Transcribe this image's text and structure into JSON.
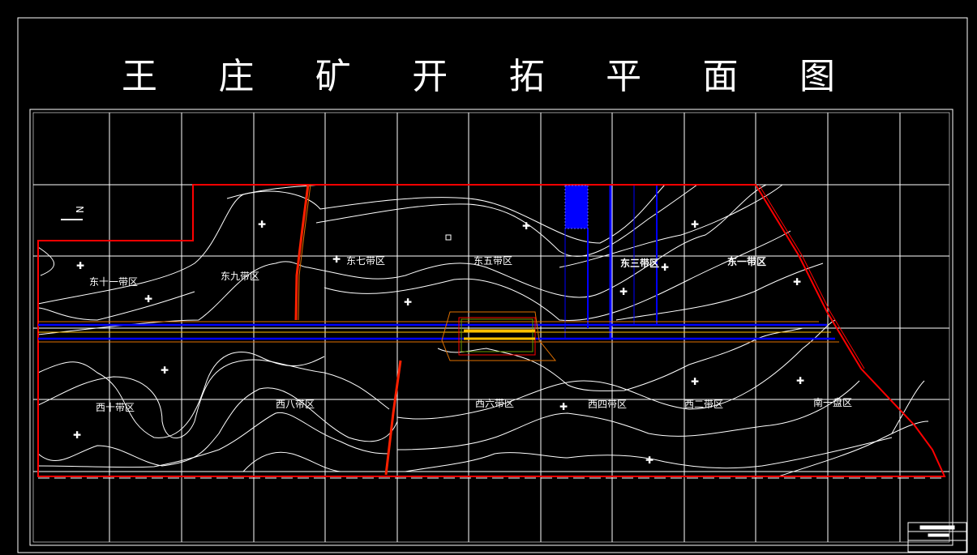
{
  "title_chars": [
    "王",
    "庄",
    "矿",
    "开",
    "拓",
    "平",
    "面",
    "图"
  ],
  "title": "王庄矿开拓平面图",
  "colors": {
    "background": "#000000",
    "grid": "#ffffff",
    "boundary": "#ff0000",
    "roadway_blue": "#0000ff",
    "roadway_orange": "#e07000",
    "roadway_yellow": "#ffc000",
    "fault": "#ff2000"
  },
  "zones": {
    "east": [
      "东十一带区",
      "东九带区",
      "东七带区",
      "东五带区",
      "东三带区",
      "东一带区"
    ],
    "west": [
      "西十带区",
      "西八带区",
      "西六带区",
      "西四带区",
      "西二带区",
      "南一盘区"
    ]
  },
  "north_arrow": "N"
}
